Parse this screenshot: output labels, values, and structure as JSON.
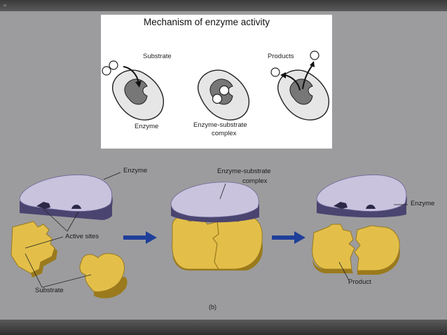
{
  "diagram_a": {
    "title": "Mechanism of enzyme activity",
    "labels": {
      "substrate": "Substrate",
      "products": "Products",
      "enzyme": "Enzyme",
      "complex_line1": "Enzyme-substrate",
      "complex_line2": "complex"
    }
  },
  "diagram_b": {
    "labels": {
      "enzyme": "Enzyme",
      "complex_line1": "Enzyme-substrate",
      "complex_line2": "complex",
      "active_sites": "Active sites",
      "substrate": "Substrate",
      "enzyme_right": "Enzyme",
      "product": "Product",
      "caption": "(b)"
    }
  },
  "colors": {
    "background": "#9c9c9e",
    "enzyme_lavender": "#c9c3de",
    "enzyme_dark": "#4a4470",
    "substrate_gold": "#e3bf4a",
    "substrate_dark": "#9a7a1c",
    "arrow_blue": "#1f3f9a",
    "enzyme_grey": "#e7e7e7",
    "site_grey": "#777777"
  }
}
